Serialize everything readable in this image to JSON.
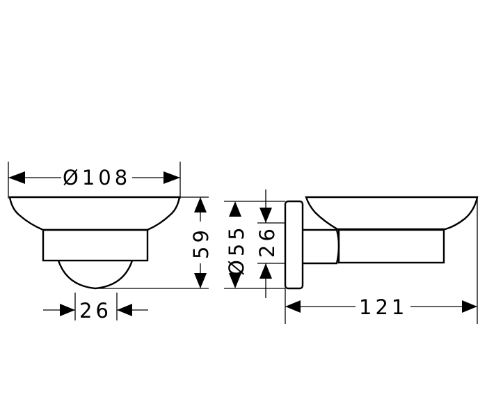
{
  "dimensions": {
    "dish_diameter": "Ø108",
    "height": "59",
    "rosette_diameter": "Ø55",
    "holder_height": "26",
    "holder_depth": "26",
    "projection": "121"
  },
  "colors": {
    "line": "#000000",
    "background": "#ffffff"
  }
}
